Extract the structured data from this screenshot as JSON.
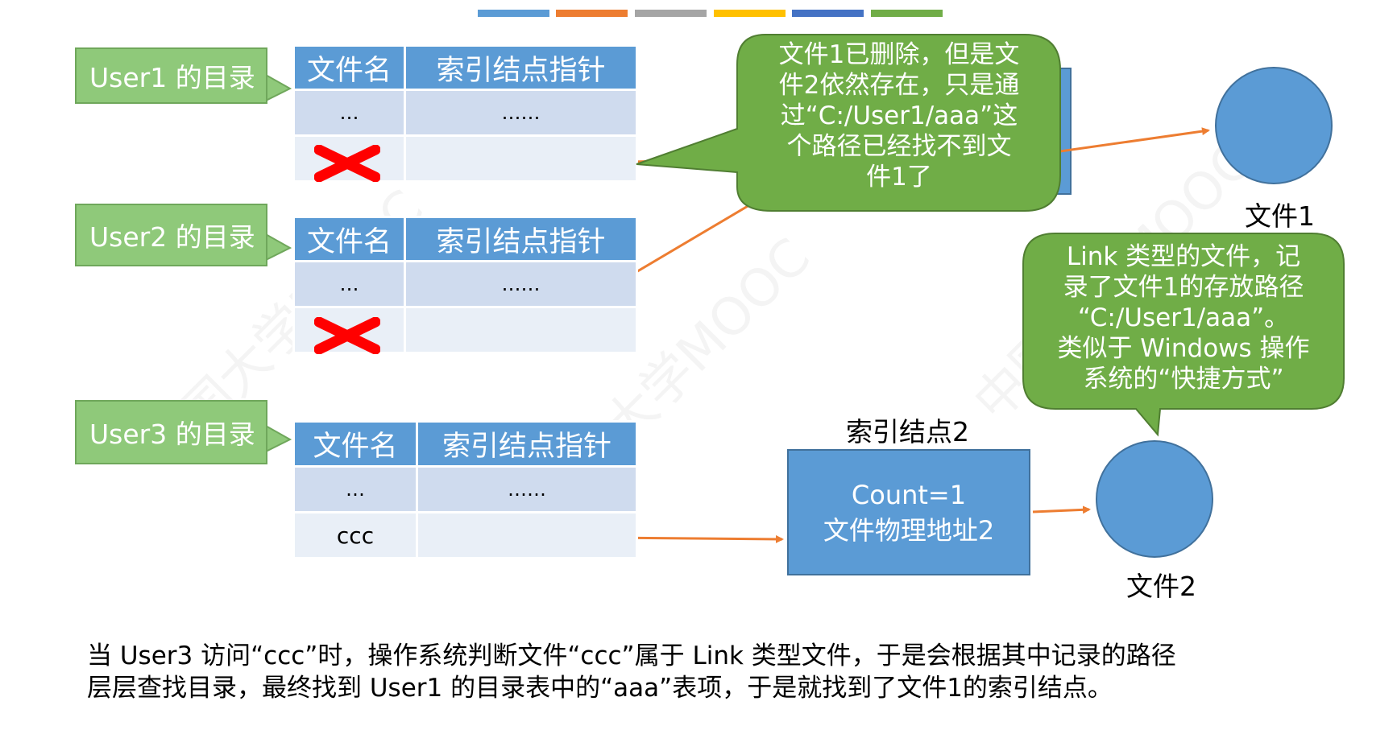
{
  "colors": {
    "table_header": "#5b9bd5",
    "table_row_dark": "#cfdbee",
    "table_row_light": "#e9eff7",
    "label_green": "#8fc97a",
    "bubble_green": "#70ad47",
    "node_blue": "#5b9bd5",
    "arrow_orange": "#ed7d31",
    "x_red": "#ff0000",
    "top_bar": [
      "#5b9bd5",
      "#ed7d31",
      "#a5a5a5",
      "#ffc000",
      "#4472c4",
      "#70ad47"
    ]
  },
  "directories": [
    {
      "label": "User1 的目录",
      "headers": [
        "文件名",
        "索引结点指针"
      ],
      "rows": [
        [
          "…",
          "……"
        ],
        [
          "",
          ""
        ]
      ],
      "deleted_row": true
    },
    {
      "label": "User2 的目录",
      "headers": [
        "文件名",
        "索引结点指针"
      ],
      "rows": [
        [
          "…",
          "……"
        ],
        [
          "",
          ""
        ]
      ],
      "deleted_row": true
    },
    {
      "label": "User3 的目录",
      "headers": [
        "文件名",
        "索引结点指针"
      ],
      "rows": [
        [
          "…",
          "……"
        ],
        [
          "ccc",
          ""
        ]
      ],
      "deleted_row": false
    }
  ],
  "inode2": {
    "title": "索引结点2",
    "lines": [
      "Count=1",
      "文件物理地址2"
    ]
  },
  "files": [
    {
      "label": "文件1"
    },
    {
      "label": "文件2"
    }
  ],
  "bubble_deleted": {
    "lines": [
      "文件1已删除，但是文",
      "件2依然存在，只是通",
      "过“C:/User1/aaa”这",
      "个路径已经找不到文",
      "件1了"
    ]
  },
  "bubble_link": {
    "lines": [
      "Link 类型的文件，记",
      "录了文件1的存放路径",
      "“C:/User1/aaa”。",
      "类似于 Windows 操作",
      "系统的“快捷方式”"
    ]
  },
  "caption": {
    "lines": [
      "当 User3 访问“ccc”时，操作系统判断文件“ccc”属于 Link 类型文件，于是会根据其中记录的路径",
      "层层查找目录，最终找到 User1 的目录表中的“aaa”表项，于是就找到了文件1的索引结点。"
    ]
  }
}
